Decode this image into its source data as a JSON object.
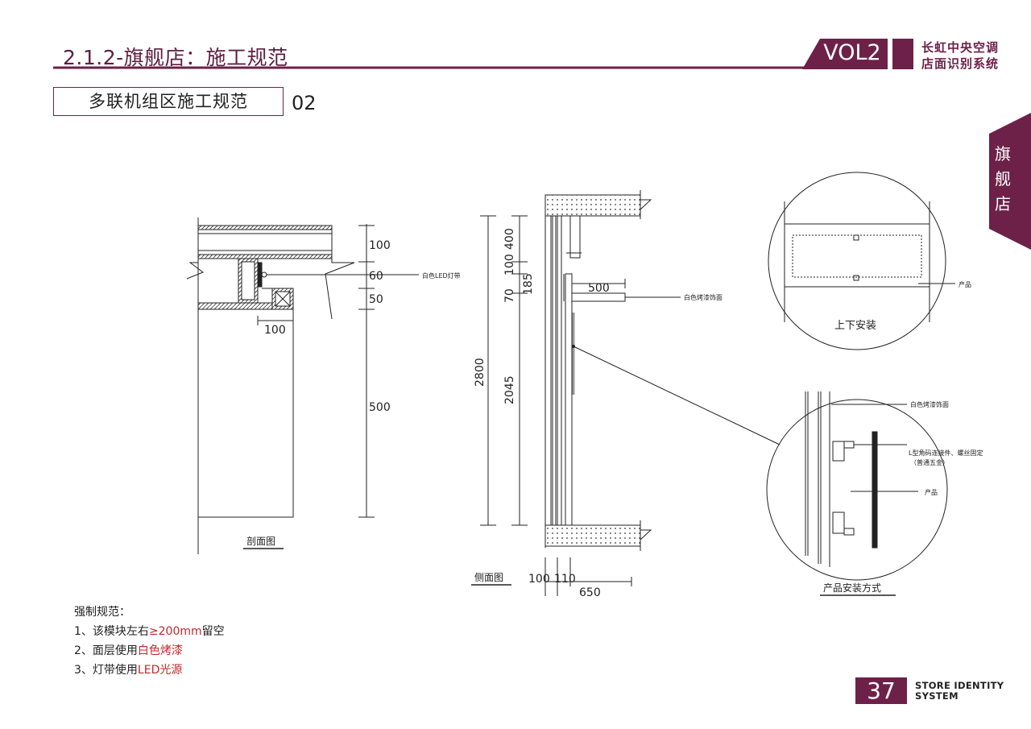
{
  "header": {
    "title": "2.1.2-旗舰店：施工规范",
    "vol": "VOL2",
    "brand_line1": "长虹中央空调",
    "brand_line2": "店面识别系统"
  },
  "section": {
    "title": "多联机组区施工规范",
    "number": "02"
  },
  "side_tab": {
    "label": "旗舰店"
  },
  "section_view": {
    "caption": "剖面图",
    "dim_100_top": "100",
    "dim_60": "60",
    "dim_50": "50",
    "dim_500": "500",
    "dim_100_horizontal": "100",
    "led_label": "白色LED灯带"
  },
  "side_view": {
    "caption": "侧面图",
    "dim_2800": "2800",
    "dim_400": "400",
    "dim_100": "100",
    "dim_70": "70",
    "dim_2045": "2045",
    "dim_185": "185",
    "dim_500": "500",
    "dim_100_bottom": "100",
    "dim_110": "110",
    "dim_650": "650",
    "paint_label": "白色烤漆饰面"
  },
  "detail_top": {
    "caption": "上下安装",
    "product_label": "产品"
  },
  "detail_bottom": {
    "caption": "产品安装方式",
    "paint_label": "白色烤漆饰面",
    "bracket_label_line1": "L型角码连接件、螺丝固定",
    "bracket_label_line2": "（普通五金）",
    "product_label": "产品"
  },
  "rules": {
    "title": "强制规范：",
    "item1_prefix": "1、该模块左右",
    "item1_highlight": "≥200mm",
    "item1_suffix": "留空",
    "item2_prefix": "2、面层使用",
    "item2_highlight": "白色烤漆",
    "item3_prefix": "3、灯带使用",
    "item3_highlight": "LED光源"
  },
  "footer": {
    "page_number": "37",
    "line1": "STORE IDENTITY",
    "line2": "SYSTEM"
  },
  "colors": {
    "brand": "#6d2149",
    "highlight": "#c0282c"
  }
}
